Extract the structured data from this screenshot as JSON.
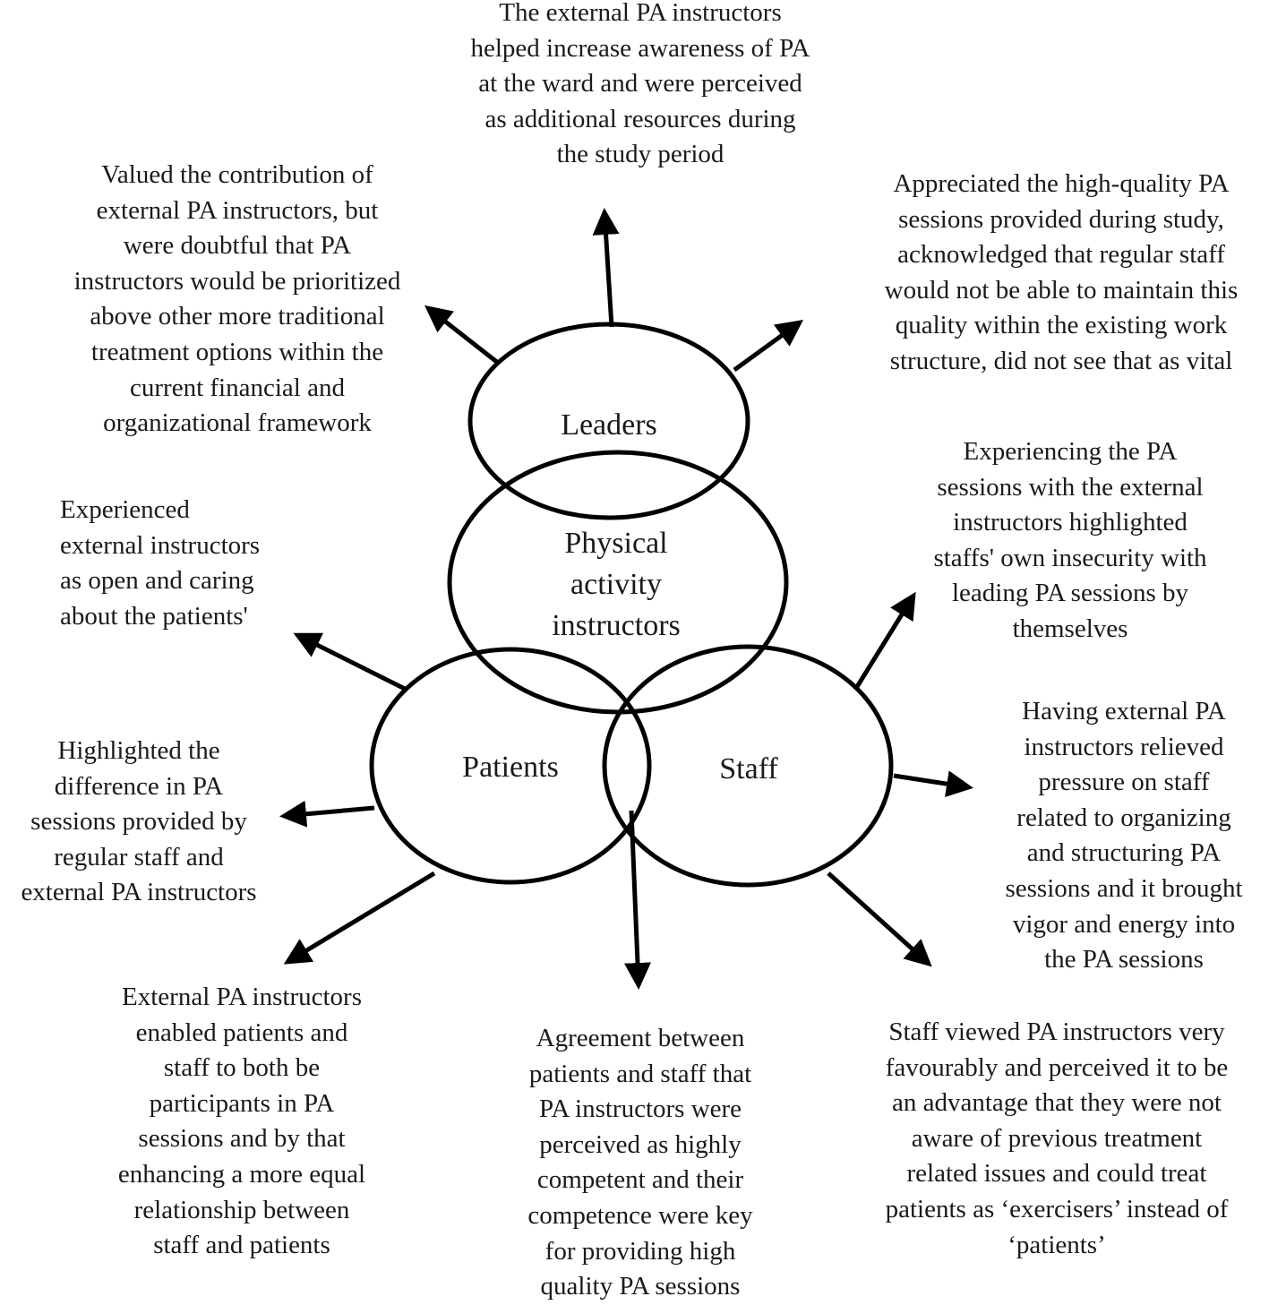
{
  "circles": {
    "leaders": "Leaders",
    "instructors": "Physical\nactivity\ninstructors",
    "patients": "Patients",
    "staff": "Staff"
  },
  "notes": {
    "leaders_top": "The external PA instructors\nhelped increase awareness of PA\nat the ward and were perceived\nas additional resources during\nthe study period",
    "leaders_left": "Valued the contribution of\nexternal PA instructors, but\nwere doubtful that PA\ninstructors would be prioritized\nabove other more traditional\ntreatment options within the\ncurrent financial and\norganizational framework",
    "leaders_right": "Appreciated the high-quality PA\nsessions provided during study,\nacknowledged that regular staff\nwould not be able to maintain this\nquality within the existing work\nstructure, did not see that as vital",
    "patients_upper_left": "Experienced\nexternal instructors\nas open and caring\nabout the patients'",
    "patients_left": "Highlighted the\ndifference in PA\nsessions provided by\nregular staff and\nexternal PA instructors",
    "patients_bottom_left": "External PA instructors\nenabled patients and\nstaff to both be\nparticipants in PA\nsessions and by that\nenhancing a more equal\nrelationship between\nstaff and patients",
    "bottom_center": "Agreement between\npatients and staff that\nPA instructors were\nperceived as highly\ncompetent and their\ncompetence were key\nfor providing high\nquality PA sessions",
    "staff_upper_right": "Experiencing the PA\nsessions with the external\ninstructors highlighted\nstaffs' own insecurity with\nleading PA sessions by\nthemselves",
    "staff_right": "Having external PA\ninstructors relieved\npressure on staff\nrelated to organizing\nand structuring PA\nsessions and it brought\nvigor and energy into\nthe PA sessions",
    "staff_bottom_right": "Staff viewed PA instructors very\nfavourably and perceived it to be\nan advantage that they were not\naware of previous treatment\nrelated issues and could treat\npatients as ‘exercisers’ instead of\n‘patients’"
  }
}
